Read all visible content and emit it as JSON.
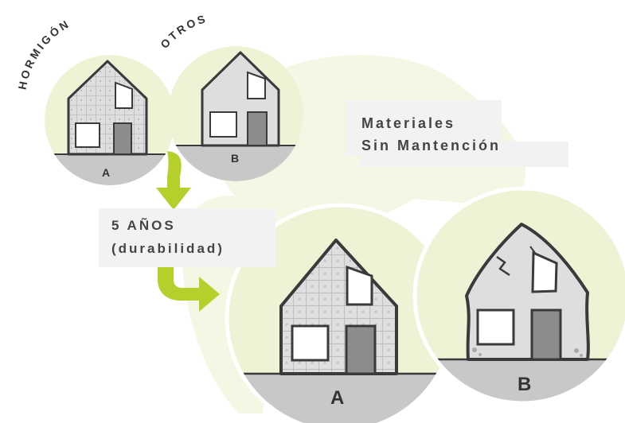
{
  "colors": {
    "circle_fill": "#eef3d6",
    "ground": "#c8c8c8",
    "wall": "#dedede",
    "door": "#8c8c8c",
    "outline": "#3a3a3a",
    "arrow": "#b7cf2a",
    "text_box": "#f2f2f2"
  },
  "labels": {
    "material_a": "HORMIGÓN",
    "material_b": "OTROS"
  },
  "before": {
    "house_a_label": "A",
    "house_b_label": "B"
  },
  "after": {
    "house_a_label": "A",
    "house_b_label": "B"
  },
  "callout": {
    "line1": "Materiales",
    "line2": "Sin Mantención"
  },
  "durability": {
    "line1": "5 AÑOS",
    "line2": "(durabilidad)"
  },
  "icons": [
    "house-icon",
    "arrow-down-icon",
    "arrow-right-icon",
    "crack-icon"
  ]
}
